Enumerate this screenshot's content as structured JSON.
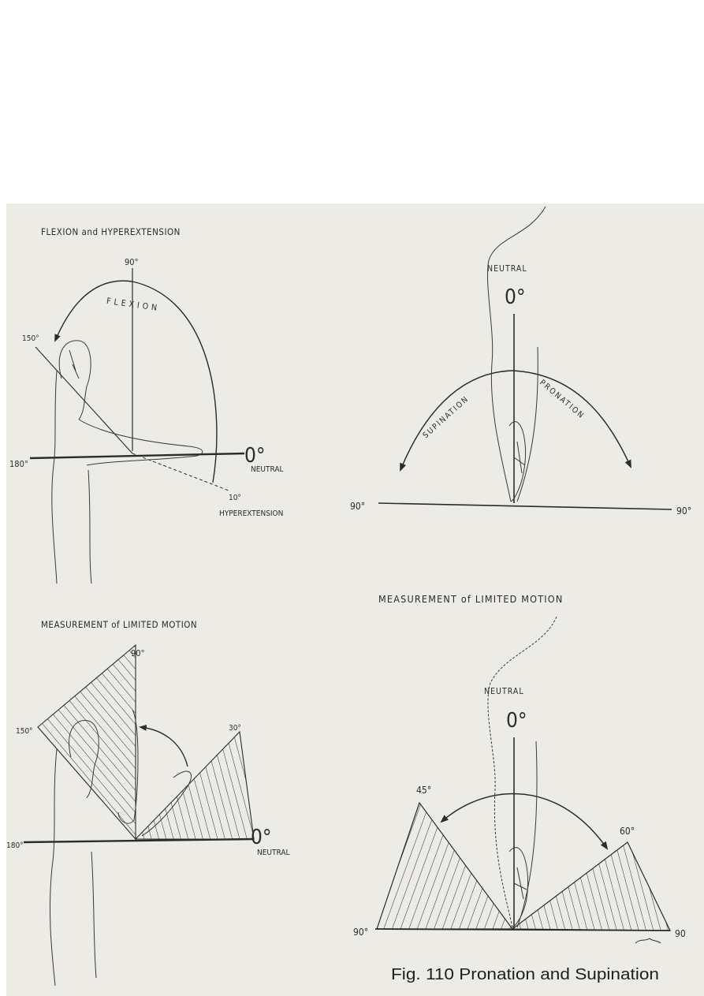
{
  "panels": {
    "flexion": {
      "title": "FLEXION and HYPEREXTENSION",
      "arc_label": "FLEXION",
      "deg_90": "90°",
      "deg_150": "150°",
      "deg_180": "180°",
      "deg_0": "0°",
      "neutral": "NEUTRAL",
      "deg_10": "10°",
      "hyperextension": "HYPEREXTENSION"
    },
    "limited_left": {
      "title": "MEASUREMENT of LIMITED MOTION",
      "deg_90": "90°",
      "deg_150": "150°",
      "deg_30": "30°",
      "deg_180": "180°",
      "deg_0": "0°",
      "neutral": "NEUTRAL"
    },
    "pronation": {
      "neutral": "NEUTRAL",
      "deg_0": "0°",
      "supination": "SUPINATION",
      "pronation": "PRONATION",
      "deg_90_left": "90°",
      "deg_90_right": "90°"
    },
    "limited_right": {
      "title": "MEASUREMENT of LIMITED MOTION",
      "neutral": "NEUTRAL",
      "deg_0": "0°",
      "deg_45": "45°",
      "deg_60": "60°",
      "deg_90_left": "90°",
      "deg_90_right": "90"
    }
  },
  "caption": "Fig. 110   Pronation and Supination",
  "colors": {
    "ink": "#2b2b2b",
    "paper": "#ecebe6"
  }
}
